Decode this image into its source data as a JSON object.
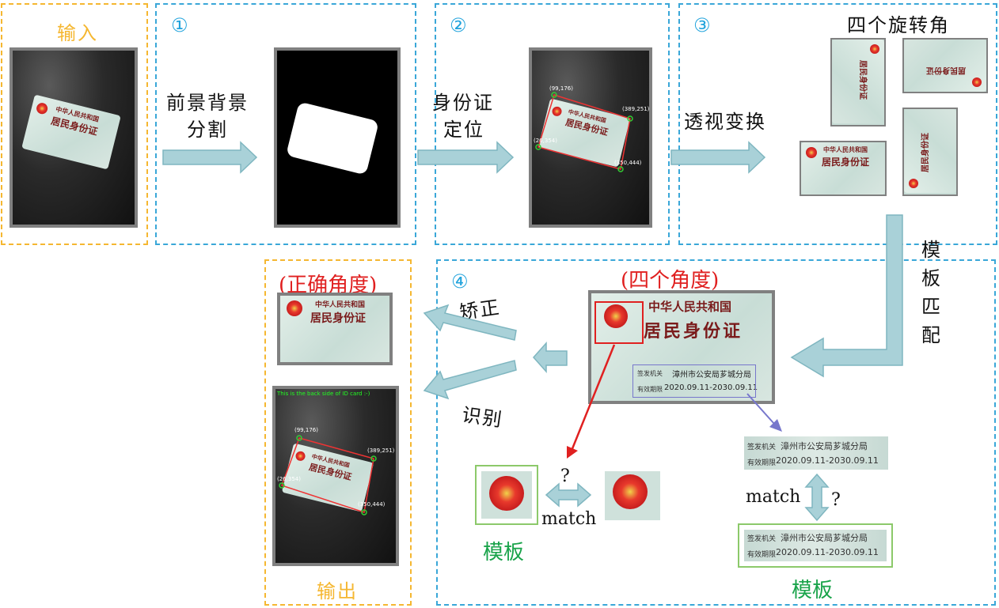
{
  "stages": {
    "input": {
      "label": "输入"
    },
    "s1": {
      "num": "①",
      "action": [
        "前景背景",
        "分割"
      ]
    },
    "s2": {
      "num": "②",
      "action": [
        "身份证",
        "定位"
      ]
    },
    "s3": {
      "num": "③",
      "title": "四个旋转角",
      "action": "透视变换"
    },
    "template_match": [
      "模",
      "板",
      "匹",
      "配"
    ],
    "s4": {
      "num": "④",
      "title": "(四个角度)",
      "rectify": "矫正",
      "recognize": "识别"
    },
    "output": {
      "title": "(正确角度)",
      "label": "输出",
      "caption": "This is the back side of ID card :-)"
    }
  },
  "card_text": {
    "title1": "中华人民共和国",
    "title2": "居民身份证",
    "issuer_label": "签发机关",
    "issuer": "漳州市公安局芗城分局",
    "valid_label": "有效期限",
    "valid": "2020.09.11-2030.09.11"
  },
  "corners": [
    "(99,176)",
    "(389,251)",
    "(26,354)",
    "(350,444)"
  ],
  "match": {
    "text": "match",
    "question": "?",
    "template_label": "模板"
  },
  "colors": {
    "blue": "#3aa7d8",
    "orange": "#f5b731",
    "arrow": "#a9d1d8",
    "red": "#e02020",
    "green": "#19a34a"
  }
}
